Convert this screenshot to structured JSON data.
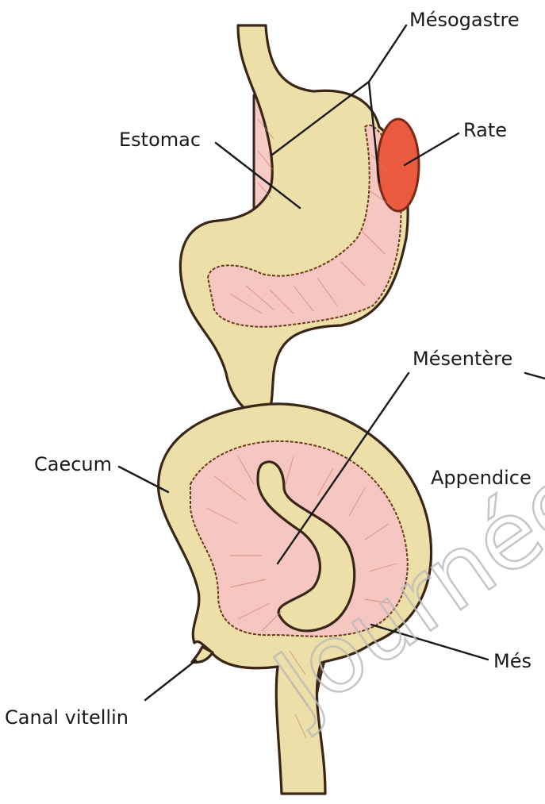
{
  "labels": {
    "mesogastre": "Mésogastre",
    "estomac": "Estomac",
    "rate": "Rate",
    "mesentere": "Mésentère",
    "caecum": "Caecum",
    "appendice": "Appendice",
    "mes_bottom": "Més",
    "canal_vitellin": "Canal vitellin"
  },
  "watermark": "Journées",
  "colors": {
    "gut_wall": "#ecdfa8",
    "mesentery_fill": "#f7cbc6",
    "spleen": "#ea5a3f",
    "outline": "#3a2616"
  }
}
